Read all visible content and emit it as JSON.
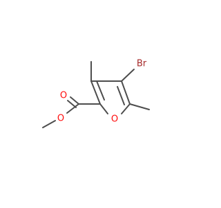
{
  "molecule": {
    "atoms": {
      "bromine": {
        "label": "Br",
        "color": "#a62929"
      },
      "ring_oxygen": {
        "label": "O",
        "color": "#ff0d0d"
      },
      "carbonyl_oxygen": {
        "label": "O",
        "color": "#ff0d0d"
      },
      "ester_oxygen": {
        "label": "O",
        "color": "#ff0d0d"
      }
    },
    "bond_color": "#4d4d4d",
    "background": "#ffffff"
  }
}
